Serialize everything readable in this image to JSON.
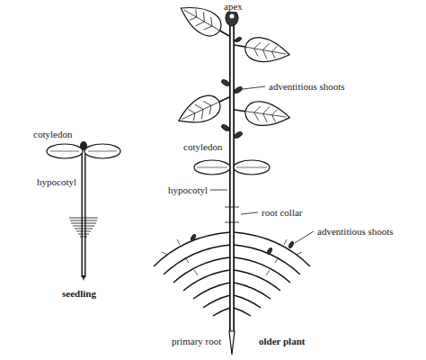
{
  "diagram": {
    "labels": [
      "apex",
      "adventitious shoots",
      "cotyledon",
      "cotyledon",
      "hypocotyl",
      "hypocotyl",
      "root collar",
      "adventitious shoots",
      "seedling",
      "primary root",
      "older plant"
    ]
  }
}
